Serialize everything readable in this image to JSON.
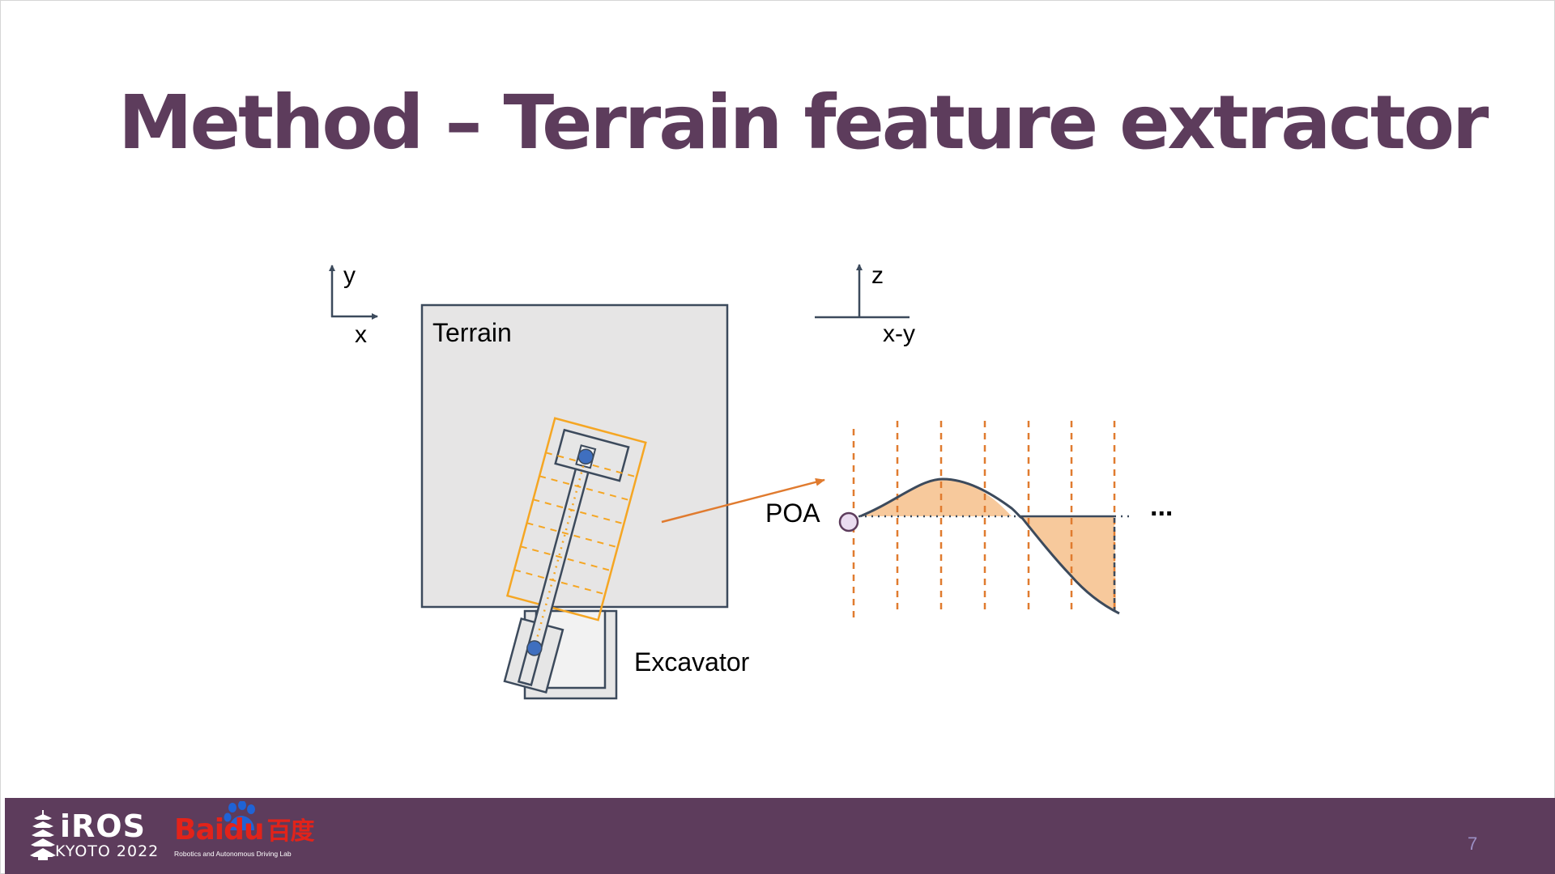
{
  "colors": {
    "title": "#5d3c5c",
    "footer_bg": "#5d3c5c",
    "terrain_fill": "#e6e5e5",
    "outline": "#3c4a5c",
    "highlight_orange": "#f5a623",
    "arrow_orange": "#e07b2f",
    "fill_peach": "#f7c99c",
    "joint_blue": "#3f6fbf",
    "poa_marker": "#eadcf0",
    "page_number": "#9b8fc4"
  },
  "slide": {
    "title": "Method – Terrain feature extractor",
    "page_number": "7"
  },
  "diagram": {
    "topview_axes": {
      "y_label": "y",
      "x_label": "x"
    },
    "terrain_label": "Terrain",
    "excavator_label": "Excavator",
    "profile_axes": {
      "z_label": "z",
      "horizontal_label": "x-y"
    },
    "poa_label": "POA",
    "ellipsis": "..."
  },
  "footer": {
    "iros": {
      "name": "iROS",
      "subtitle": "KYOTO 2022"
    },
    "baidu": {
      "name": "Baidu",
      "cn_name": "百度",
      "subtitle": "Robotics and Autonomous Driving Lab"
    }
  }
}
